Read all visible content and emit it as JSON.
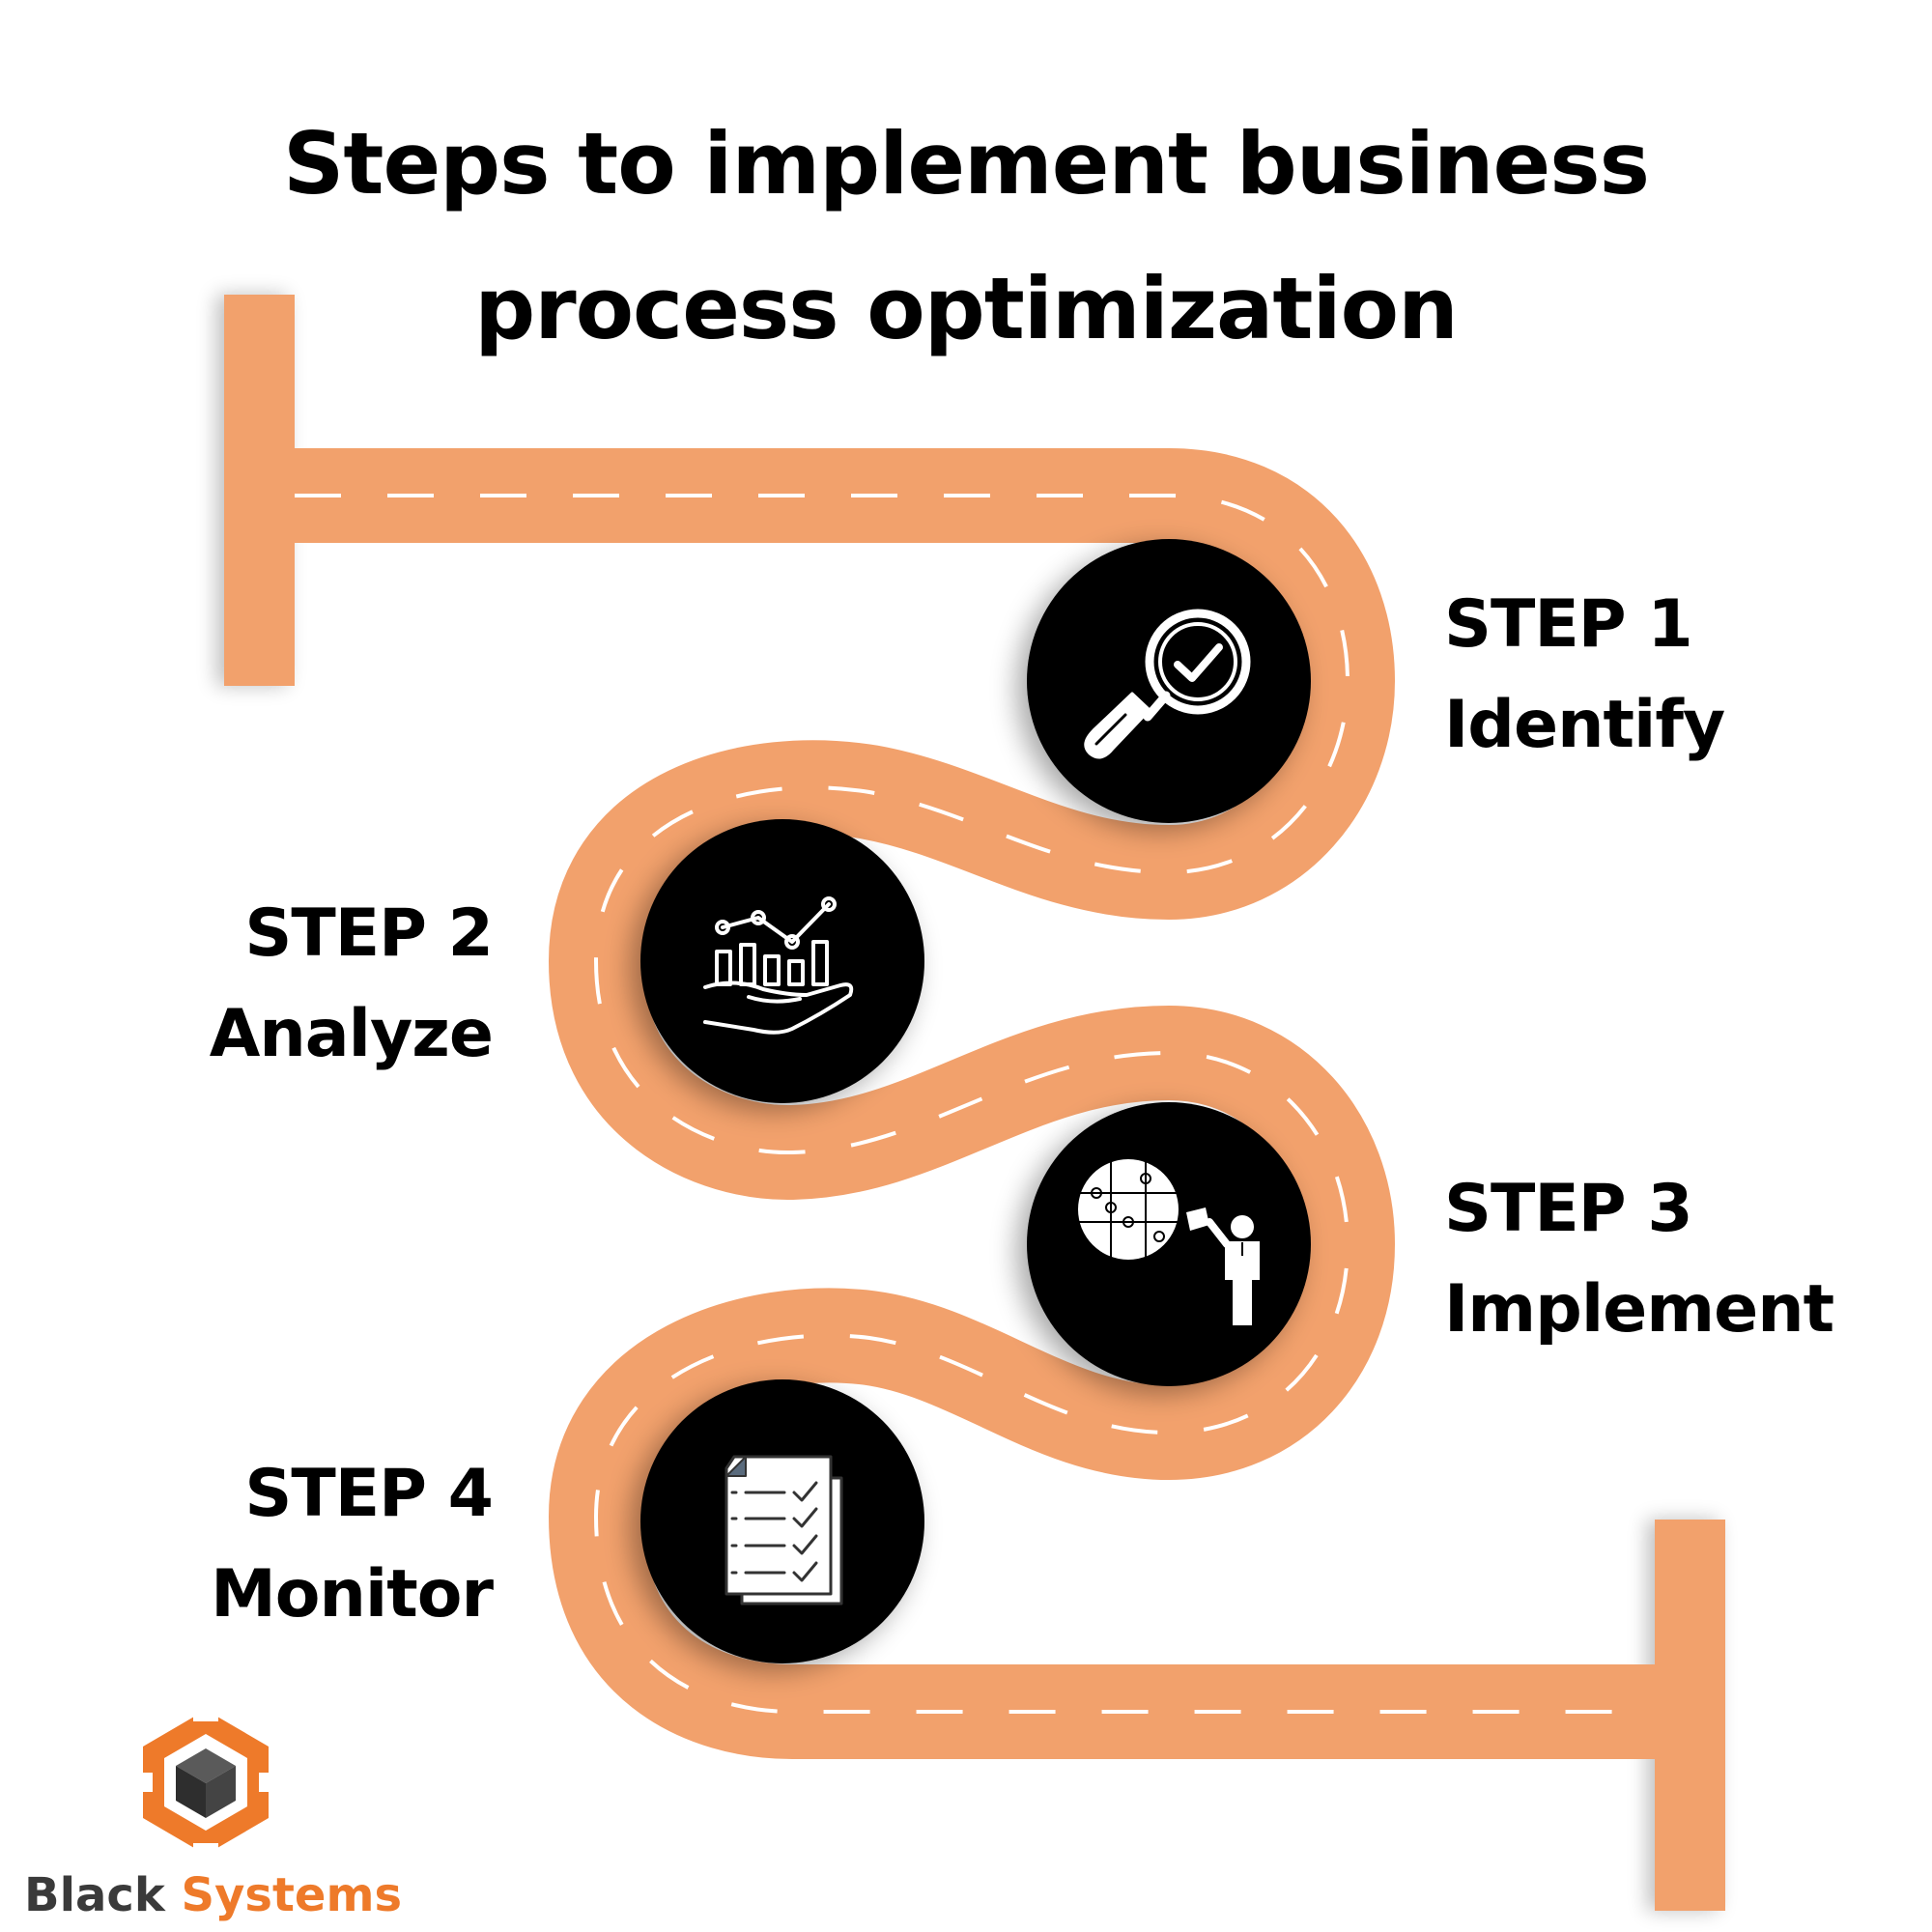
{
  "title": {
    "line1": "Steps to implement business",
    "line2": "process optimization"
  },
  "steps": [
    {
      "number": "STEP 1",
      "name": "Identify",
      "icon": "magnifier-check-icon"
    },
    {
      "number": "STEP 2",
      "name": "Analyze",
      "icon": "growth-chart-hand-icon"
    },
    {
      "number": "STEP 3",
      "name": "Implement",
      "icon": "puzzle-person-icon"
    },
    {
      "number": "STEP 4",
      "name": "Monitor",
      "icon": "checklist-document-icon"
    }
  ],
  "brand": {
    "word1": "Black",
    "word2": "Systems",
    "icon": "hexagon-cube-logo-icon"
  },
  "colors": {
    "road": "#F2A16C",
    "road_dash": "#FFFFFF",
    "circle": "#000000",
    "text": "#000000",
    "brand_accent": "#EE7A2A",
    "brand_dark": "#3A3A3A"
  }
}
